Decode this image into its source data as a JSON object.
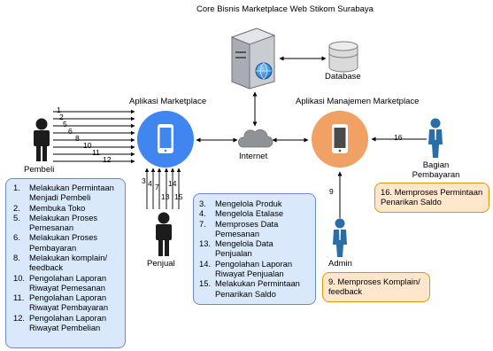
{
  "server": {
    "label": "Core Bisnis Marketplace Web Stikom Surabaya"
  },
  "database": {
    "label": "Database"
  },
  "internet": {
    "label": "Internet"
  },
  "app_marketplace": {
    "label": "Aplikasi Marketplace"
  },
  "app_manajemen": {
    "label": "Aplikasi Manajemen Marketplace"
  },
  "actors": {
    "pembeli": "Pembeli",
    "penjual": "Penjual",
    "admin": "Admin",
    "bagian_pembayaran": "Bagian Pembayaran"
  },
  "pembeli_arrows": [
    "1",
    "2",
    "5",
    "6",
    "8",
    "10",
    "11",
    "12"
  ],
  "penjual_arrows": [
    "3",
    "4",
    "7",
    "13",
    "14",
    "15"
  ],
  "admin_arrow": "9",
  "bagian_arrow": "16",
  "colors": {
    "blue_fill": "#dae8fc",
    "blue_stroke": "#6c8ebf",
    "orange_fill": "#ffe6cc",
    "orange_stroke": "#d79b00",
    "phone_blue": "#3f86f0",
    "phone_orange": "#f0a163",
    "actor": "#1c1c1c",
    "actor_blue": "#2a6ea8"
  },
  "boxes": {
    "pembeli": [
      {
        "n": "1.",
        "text": "Melakukan Permintaan Menjadi Pembeli"
      },
      {
        "n": "2.",
        "text": "Membuka Toko"
      },
      {
        "n": "5.",
        "text": "Melakukan Proses Pemesanan"
      },
      {
        "n": "6.",
        "text": "Melakukan Proses Pembayaran"
      },
      {
        "n": "8.",
        "text": "Melakukan komplain/ feedback"
      },
      {
        "n": "10.",
        "text": "Pengolahan Laporan Riwayat Pemesanan"
      },
      {
        "n": "11.",
        "text": "Pengolahan Laporan Riwayat Pembayaran"
      },
      {
        "n": "12.",
        "text": "Pengolahan Laporan Riwayat Pembelian"
      }
    ],
    "penjual": [
      {
        "n": "3.",
        "text": "Mengelola Produk"
      },
      {
        "n": "4.",
        "text": "Mengelola Etalase"
      },
      {
        "n": "7.",
        "text": "Memproses Data Pemesanan"
      },
      {
        "n": "13.",
        "text": "Mengelola Data Penjualan"
      },
      {
        "n": "14.",
        "text": "Pengolahan Laporan Riwayat Penjualan"
      },
      {
        "n": "15.",
        "text": "Melakukan Permintaan Penarikan Saldo"
      }
    ],
    "admin": "9. Memproses Komplain/ feedback",
    "bagian": "16. Memproses Permintaan Penarikan Saldo"
  }
}
